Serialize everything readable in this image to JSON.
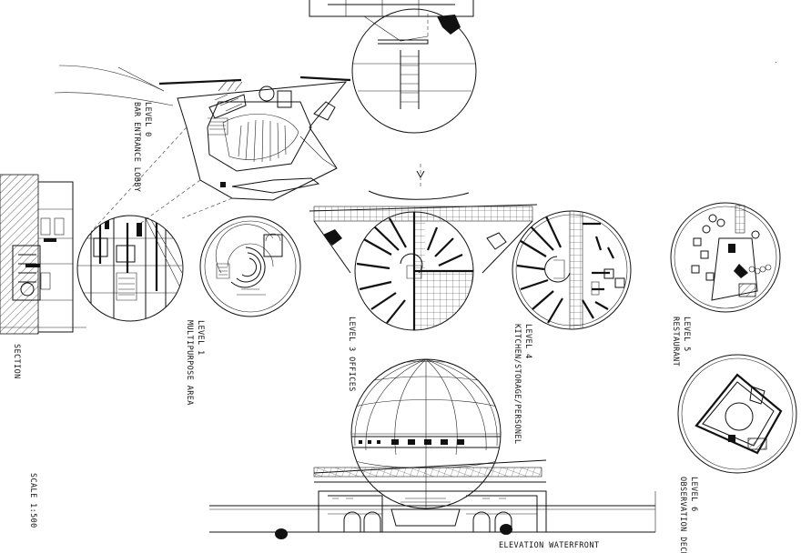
{
  "labels": {
    "level0_a": "LEVEL 0",
    "level0_b": "BAR ENTRANCE LOBBY",
    "level1_a": "LEVEL 1",
    "level1_b": "MULTIPURPOSE AREA",
    "level3": "LEVEL 3 OFFICES",
    "level4_a": "LEVEL 4",
    "level4_b": "KITCHEN/STORAGE/PERSONEL",
    "level5_a": "LEVEL 5",
    "level5_b": "RESTAURANT",
    "level6_a": "LEVEL 6",
    "level6_b": "OBSERVATION DECK",
    "section": "SECTION",
    "scale": "SCALE 1:500",
    "elevation": "ELEVATION WATERFRONT"
  }
}
